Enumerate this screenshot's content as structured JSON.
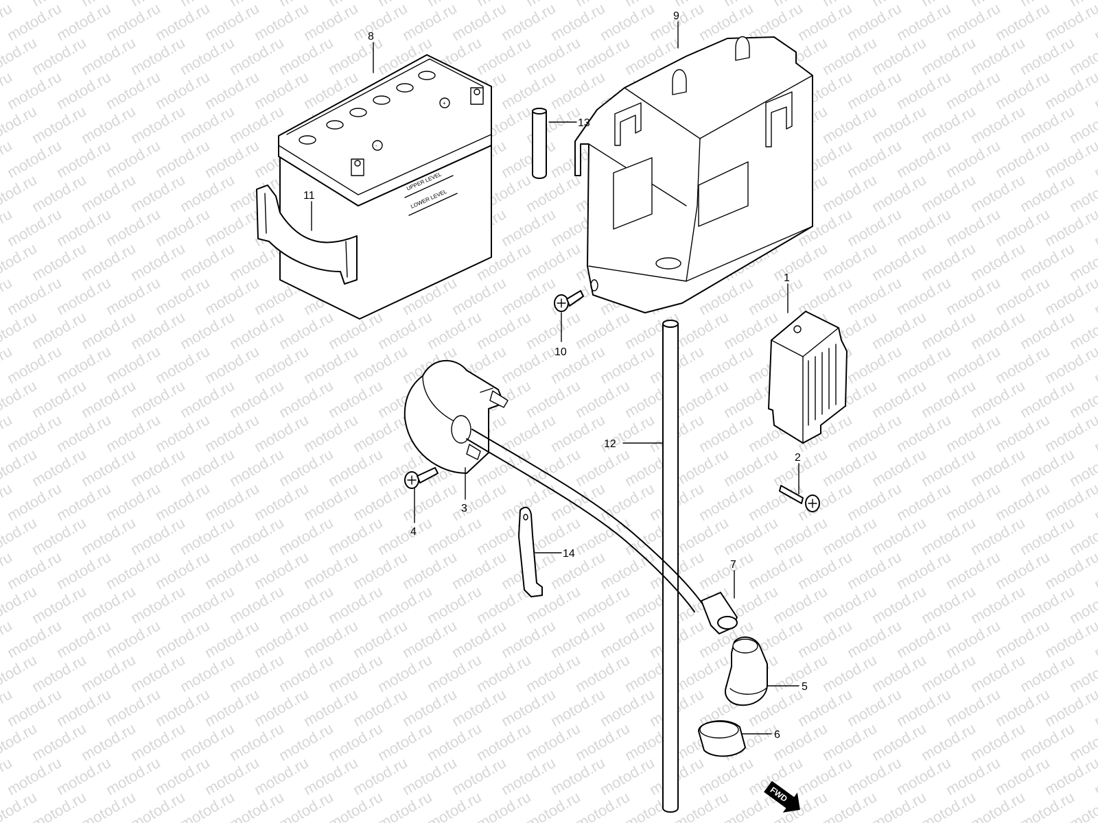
{
  "watermark": {
    "text": "motod.ru",
    "color": "#d6d6d6"
  },
  "callouts": [
    {
      "id": "1",
      "label": "1"
    },
    {
      "id": "2",
      "label": "2"
    },
    {
      "id": "3",
      "label": "3"
    },
    {
      "id": "4",
      "label": "4"
    },
    {
      "id": "5",
      "label": "5"
    },
    {
      "id": "6",
      "label": "6"
    },
    {
      "id": "7",
      "label": "7"
    },
    {
      "id": "8",
      "label": "8"
    },
    {
      "id": "9",
      "label": "9"
    },
    {
      "id": "10",
      "label": "10"
    },
    {
      "id": "11",
      "label": "11"
    },
    {
      "id": "12",
      "label": "12"
    },
    {
      "id": "13",
      "label": "13"
    },
    {
      "id": "14",
      "label": "14"
    }
  ],
  "battery": {
    "upper_level": "UPPER LEVEL",
    "lower_level": "LOWER LEVEL",
    "minus_sign": "-",
    "plus_sign": "+"
  },
  "fwd": {
    "label": "FWD"
  }
}
